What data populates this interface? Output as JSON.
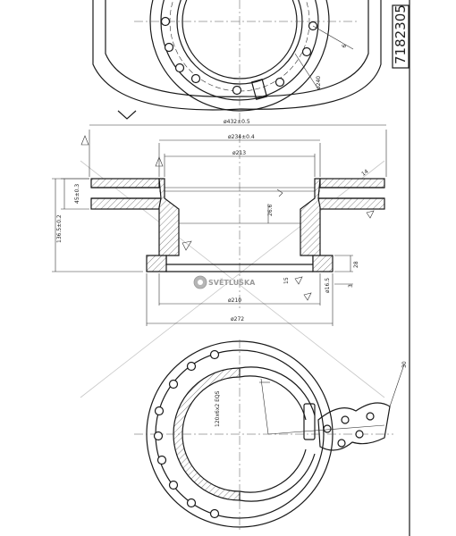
{
  "drawing": {
    "part_code": "7182305",
    "watermark": "SVĚTLUŠKA"
  },
  "dimensions": {
    "d_outer": "ø432±0.5",
    "d_hat": "ø234±0.4",
    "d_inner": "ø213",
    "d_hub": "ø272",
    "d_bore": "ø210",
    "d_hole": "ø16.5",
    "d_bolt": "ø240",
    "height": "136.5±0.2",
    "thickness": "45±0.3",
    "depth": "26.6",
    "flange": "28",
    "gap": "15",
    "step": "3",
    "groove": "14",
    "angle": "6",
    "thread": "120x6x2 EQS",
    "side_mark": "30"
  }
}
